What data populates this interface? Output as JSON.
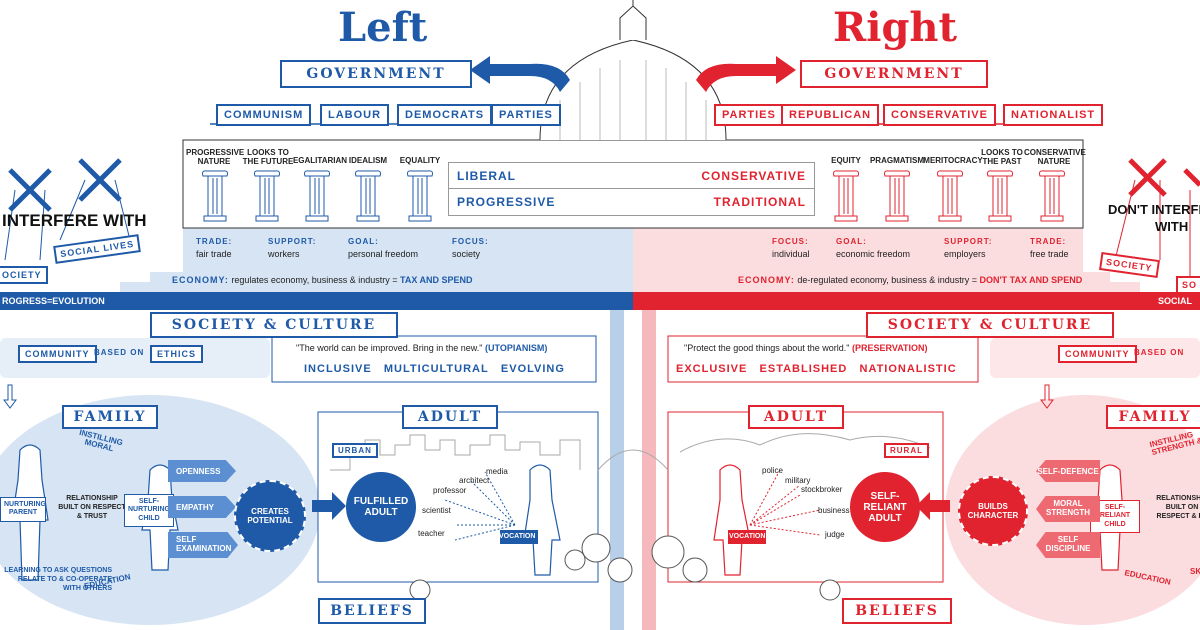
{
  "header": {
    "left_title": "Left",
    "right_title": "Right",
    "government": "GOVERNMENT"
  },
  "parties": {
    "left": [
      "COMMUNISM",
      "LABOUR",
      "DEMOCRATS"
    ],
    "left_label": "PARTIES",
    "right_label": "PARTIES",
    "right": [
      "REPUBLICAN",
      "CONSERVATIVE",
      "NATIONALIST"
    ]
  },
  "pillars": {
    "left": [
      {
        "name": "PROGRESSIVE NATURE",
        "value": "fair trade"
      },
      {
        "name": "LOOKS TO THE FUTURE",
        "value": "workers"
      },
      {
        "name": "EGALITARIAN",
        "value": "personal freedom"
      },
      {
        "name": "IDEALISM",
        "value": "society"
      },
      {
        "name": "EQUALITY",
        "value": ""
      }
    ],
    "right": [
      {
        "name": "EQUITY",
        "value": ""
      },
      {
        "name": "PRAGMATISM",
        "value": ""
      },
      {
        "name": "MERITOCRACY",
        "value": ""
      },
      {
        "name": "LOOKS TO THE PAST",
        "value": ""
      },
      {
        "name": "CONSERVATIVE NATURE",
        "value": ""
      }
    ]
  },
  "ideology": {
    "liberal": "LIBERAL",
    "progressive": "PROGRESSIVE",
    "conservative": "CONSERVATIVE",
    "traditional": "TRADITIONAL"
  },
  "info_left": [
    {
      "label": "TRADE:",
      "value": "fair trade"
    },
    {
      "label": "SUPPORT:",
      "value": "workers"
    },
    {
      "label": "GOAL:",
      "value": "personal freedom"
    },
    {
      "label": "FOCUS:",
      "value": "society"
    }
  ],
  "info_right": [
    {
      "label": "FOCUS:",
      "value": "individual"
    },
    {
      "label": "GOAL:",
      "value": "economic freedom"
    },
    {
      "label": "SUPPORT:",
      "value": "employers"
    },
    {
      "label": "TRADE:",
      "value": "free trade"
    }
  ],
  "economy": {
    "left_label": "ECONOMY:",
    "left_text": "regulates economy, business & industry = ",
    "left_emph": "TAX AND SPEND",
    "right_label": "ECONOMY:",
    "right_text": "de-regulated economy, business & industry = ",
    "right_emph": "DON'T TAX AND SPEND"
  },
  "side": {
    "left_interfere": "INTERFERE WITH",
    "left_society": "OCIETY",
    "left_social_lives": "SOCIAL LIVES",
    "left_progress": "ROGRESS=EVOLUTION",
    "right_interfere_1": "DON'T INTERFE",
    "right_interfere_2": "WITH",
    "right_society": "SOCIETY",
    "right_so": "SO",
    "right_social": "SOCIAL"
  },
  "society": {
    "title": "SOCIETY & CULTURE",
    "community": "COMMUNITY",
    "based_on": "BASED ON",
    "ethics": "ETHICS",
    "left_quote": "\"The world can be improved. Bring in the new.\"",
    "left_quote_emph": "(UTOPIANISM)",
    "left_keywords": [
      "INCLUSIVE",
      "MULTICULTURAL",
      "EVOLVING"
    ],
    "right_quote": "\"Protect the good things about the world.\"",
    "right_quote_emph": "(PRESERVATION)",
    "right_keywords": [
      "EXCLUSIVE",
      "ESTABLISHED",
      "NATIONALISTIC"
    ]
  },
  "family": {
    "title": "FAMILY",
    "left": {
      "instilling": "INSTILLING MORAL",
      "nurturing_parent": "NURTURING PARENT",
      "relationship": "RELATIONSHIP BUILT ON RESPECT & TRUST",
      "child": "SELF-NURTURING CHILD",
      "traits": [
        "OPENNESS",
        "EMPATHY",
        "SELF EXAMINATION"
      ],
      "learning": "LEARNING TO ASK QUESTIONS RELATE TO & CO-OPERATE WITH OTHERS",
      "education": "EDUCATION",
      "creates": "CREATES POTENTIAL"
    },
    "right": {
      "instilling": "INSTILLING STRENGTH &",
      "child": "SELF-RELIANT CHILD",
      "relationship": "RELATIONSHIP BUILT ON RESPECT & FE",
      "traits": [
        "SELF-DEFENCE",
        "MORAL STRENGTH",
        "SELF DISCIPLINE"
      ],
      "education": "EDUCATION",
      "sk": "SK",
      "builds": "BUILDS CHARACTER"
    }
  },
  "adult": {
    "title": "ADULT",
    "left": {
      "setting": "URBAN",
      "circle": "FULFILLED ADULT",
      "jobs": [
        "media",
        "architect",
        "professor",
        "scientist",
        "teacher"
      ],
      "vocation": "VOCATION"
    },
    "right": {
      "setting": "RURAL",
      "circle": "SELF-RELIANT ADULT",
      "jobs": [
        "police",
        "military",
        "stockbroker",
        "business",
        "judge"
      ],
      "vocation": "VOCATION"
    }
  },
  "beliefs": {
    "title": "BELIEFS"
  },
  "colors": {
    "blue": "#1e5aa8",
    "red": "#e0232f",
    "light_blue": "#d6e4f3",
    "light_red": "#fbdcdf"
  }
}
